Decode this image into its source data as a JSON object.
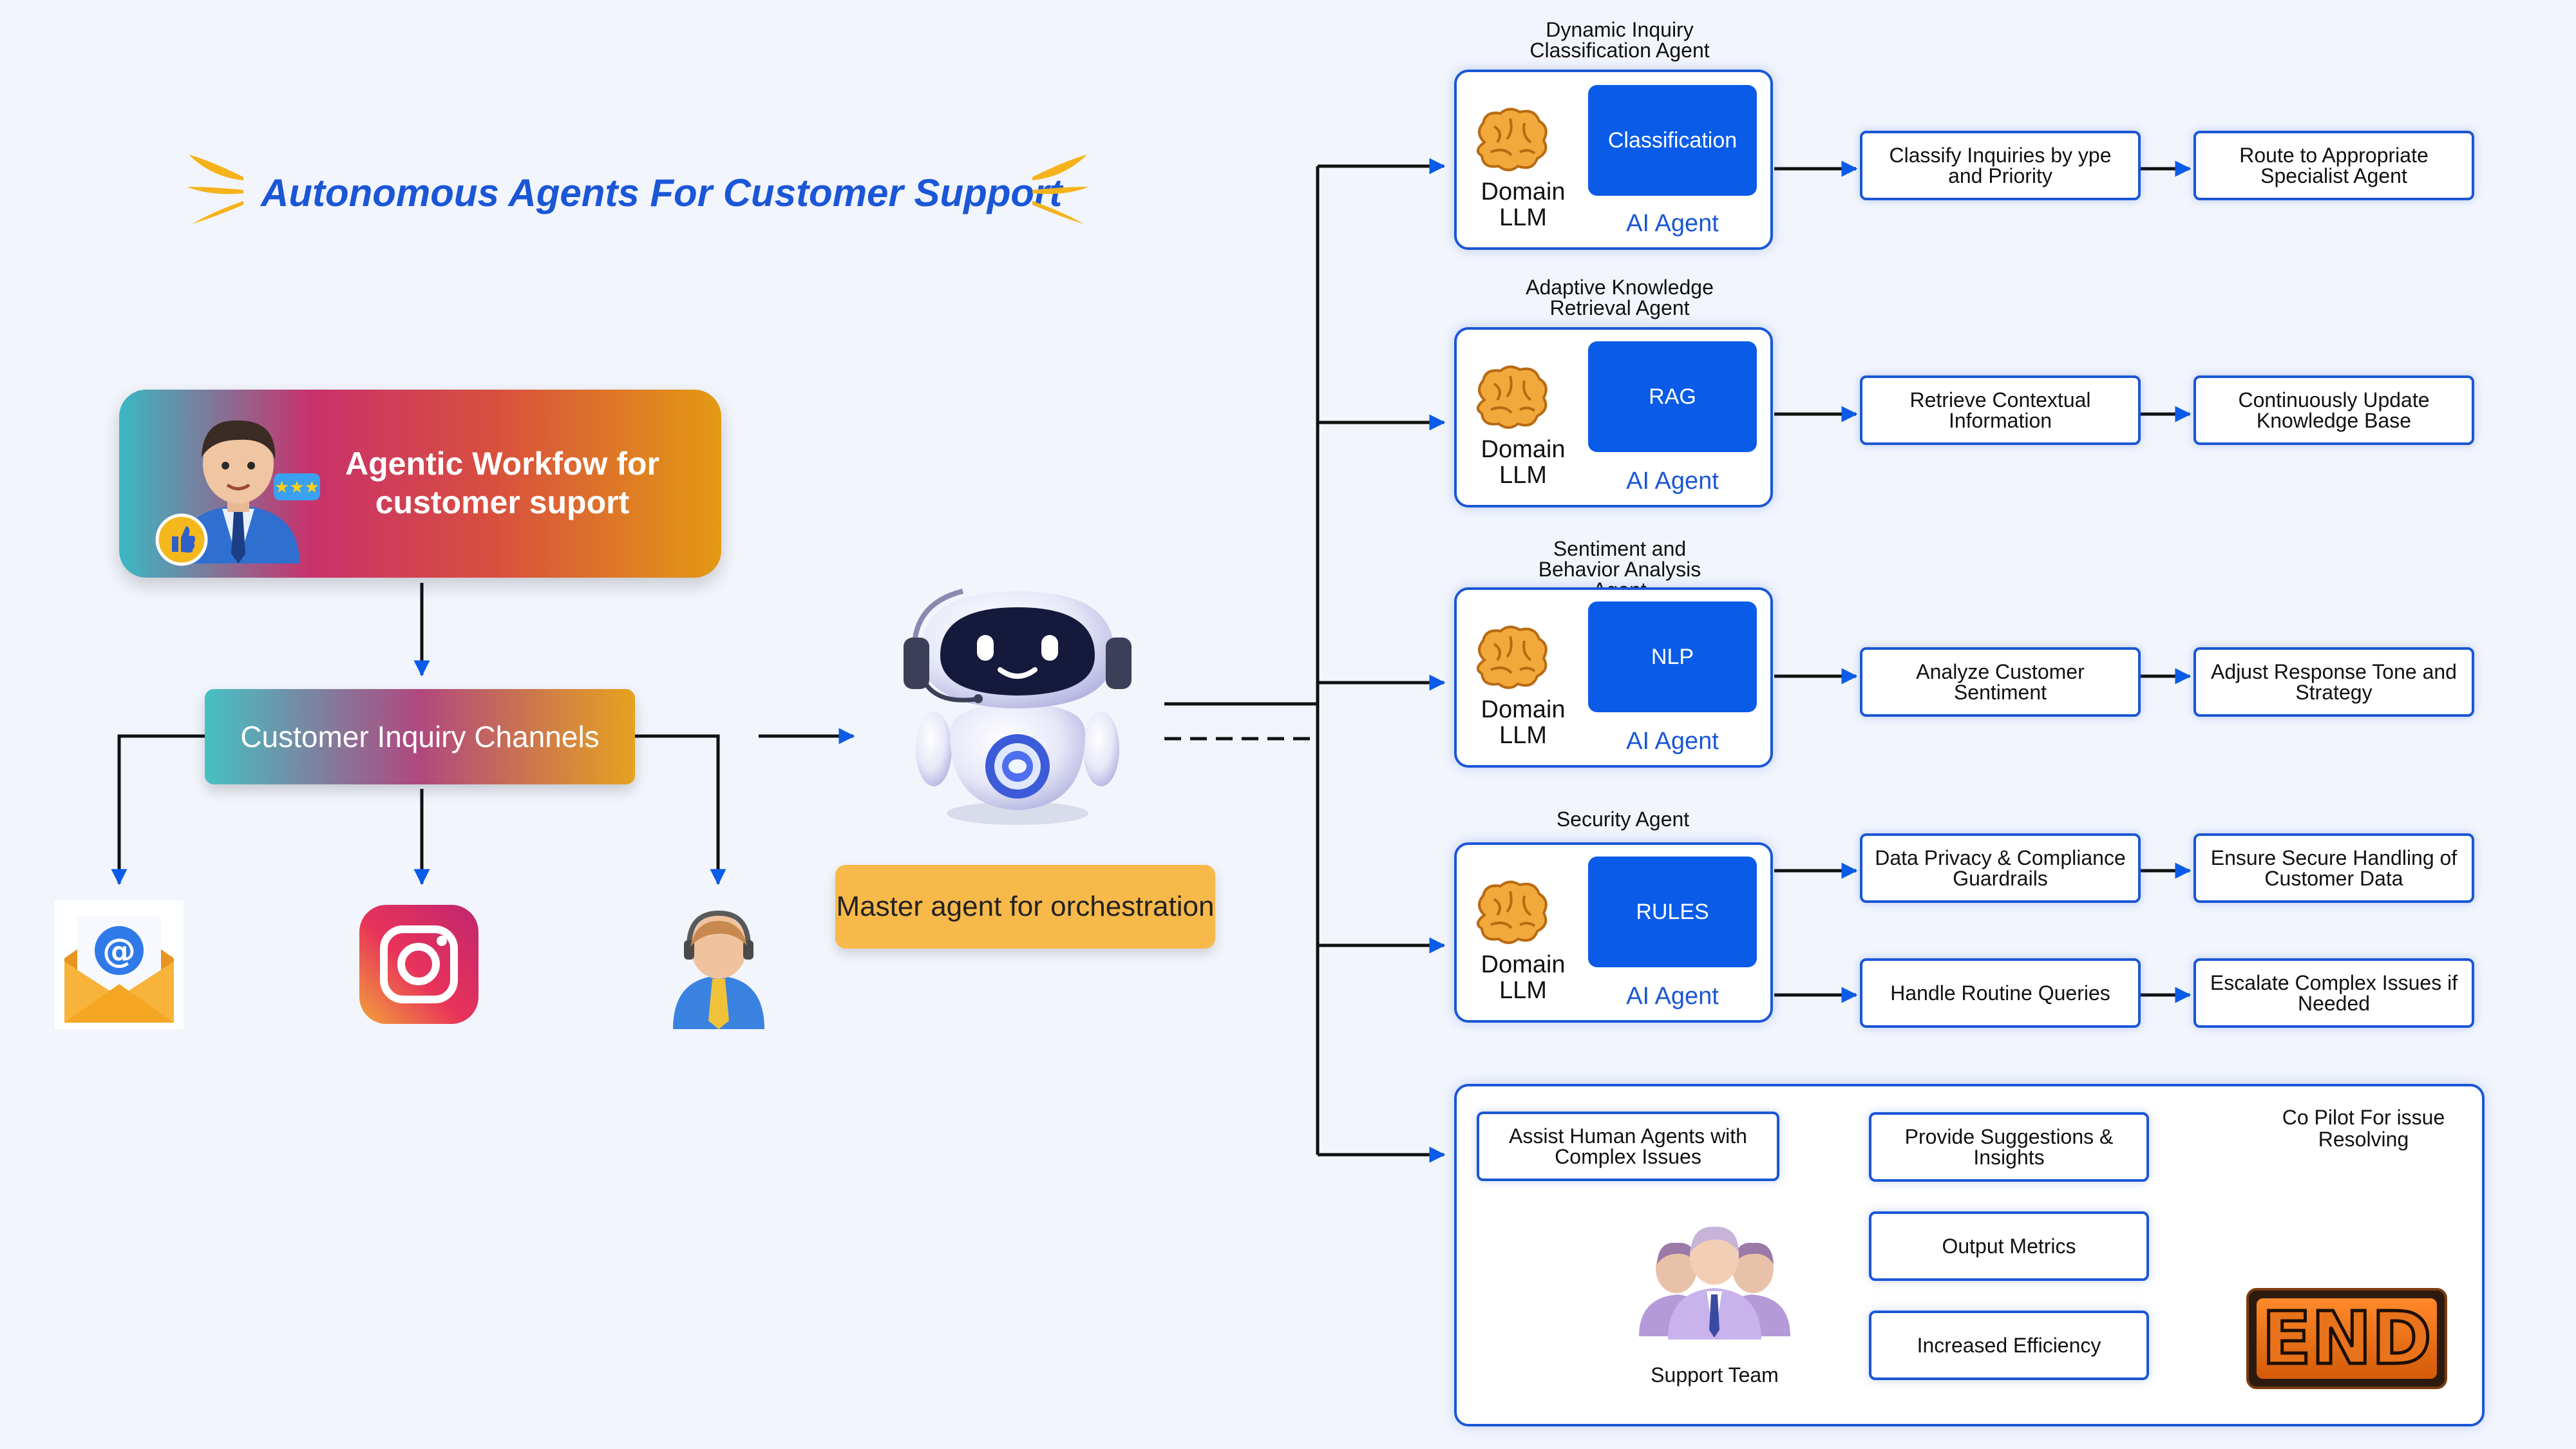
{
  "title": "Autonomous Agents For Customer Support",
  "workflow": {
    "label": "Agentic Workfow for customer suport"
  },
  "channels": {
    "label": "Customer Inquiry Channels",
    "icons": [
      "email-icon",
      "instagram-icon",
      "call-center-agent-icon"
    ]
  },
  "master": {
    "label": "Master agent for orchestration"
  },
  "agents": [
    {
      "heading": "Dynamic Inquiry Classification Agent",
      "tile": "Classification",
      "domain": "Domain LLM",
      "agent": "AI Agent",
      "steps": [
        "Classify Inquiries by ype and Priority",
        "Route to Appropriate Specialist Agent"
      ]
    },
    {
      "heading": "Adaptive Knowledge Retrieval Agent",
      "tile": "RAG",
      "domain": "Domain LLM",
      "agent": "AI Agent",
      "steps": [
        "Retrieve Contextual Information",
        "Continuously Update Knowledge Base"
      ]
    },
    {
      "heading": "Sentiment and Behavior Analysis Agent",
      "tile": "NLP",
      "domain": "Domain LLM",
      "agent": "AI Agent",
      "steps": [
        "Analyze Customer Sentiment",
        "Adjust Response Tone and Strategy"
      ]
    },
    {
      "heading": "Security Agent",
      "tile": "RULES",
      "domain": "Domain LLM",
      "agent": "AI Agent",
      "steps": [
        "Data Privacy & Compliance Guardrails",
        "Ensure Secure Handling of Customer Data",
        "Handle Routine Queries",
        "Escalate Complex Issues if Needed"
      ]
    }
  ],
  "copilot": {
    "label": "Co Pilot For issue Resolving",
    "assist": "Assist Human Agents with Complex Issues",
    "suggestions": "Provide Suggestions & Insights",
    "metrics": "Output Metrics",
    "efficiency": "Increased Efficiency",
    "team": "Support Team",
    "end": "END"
  },
  "colors": {
    "accent": "#1a56d6",
    "tile": "#0a5ce8",
    "master": "#f7b94a",
    "background": "#f2f5fc"
  }
}
